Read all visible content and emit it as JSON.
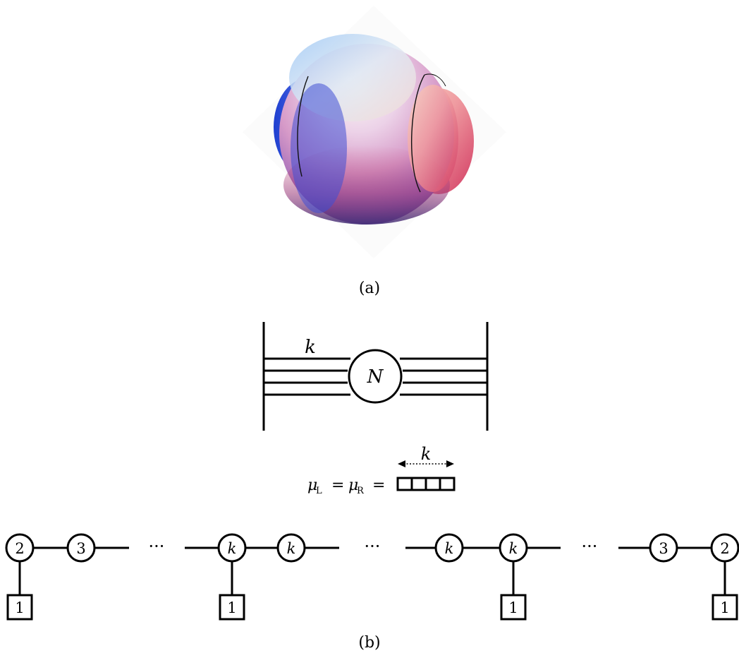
{
  "panel_a": {
    "caption": "(a)"
  },
  "panel_b": {
    "caption": "(b)",
    "brane_diagram": {
      "stack_label": "k",
      "node_label": "N"
    },
    "partition": {
      "equation_lhs": "μ",
      "sub_L": "L",
      "eq1": "=",
      "sub_R": "R",
      "eq2": "=",
      "width_label": "k",
      "boxes": 4
    },
    "quiver": {
      "gauge_nodes": [
        "2",
        "3",
        "k",
        "k",
        "k",
        "k",
        "3",
        "2"
      ],
      "ellipses": [
        "···",
        "···",
        "···"
      ],
      "flavor_nodes": [
        "1",
        "1",
        "1",
        "1"
      ]
    }
  }
}
